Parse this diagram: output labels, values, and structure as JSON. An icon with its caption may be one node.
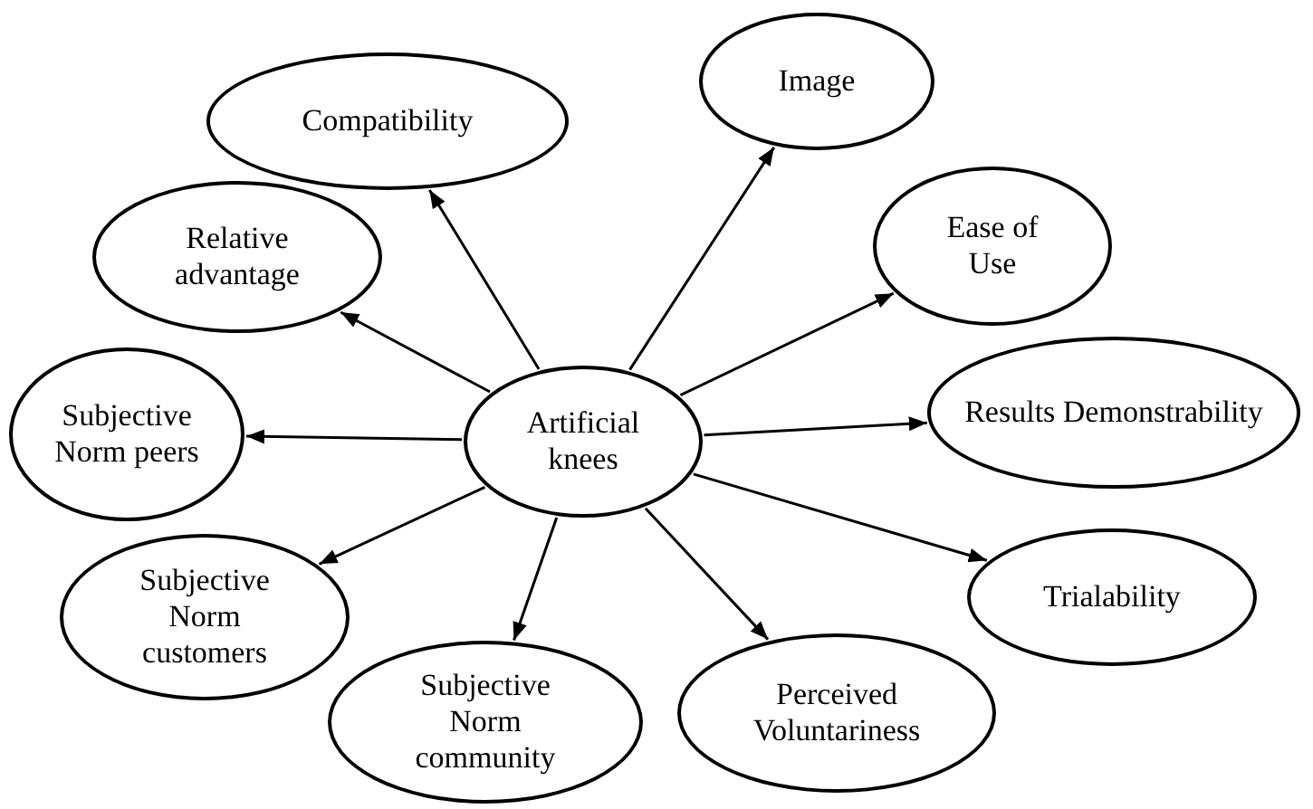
{
  "diagram": {
    "nodes": [
      {
        "text": [
          "Artificial knees"
        ]
      },
      {
        "text": [
          "Image"
        ]
      },
      {
        "text": [
          "Compatibility"
        ]
      },
      {
        "text": [
          "Ease of Use"
        ]
      },
      {
        "text": [
          "Relative advantage"
        ]
      },
      {
        "text": [
          "Results Demonstrability"
        ]
      },
      {
        "text": [
          "Subjective Norm peers"
        ]
      },
      {
        "text": [
          "Trialability"
        ]
      },
      {
        "text": [
          "Subjective Norm customers"
        ]
      },
      {
        "text": [
          "Perceived Voluntariness"
        ]
      },
      {
        "text": [
          "Subjective Norm community"
        ]
      }
    ],
    "edges": [
      {
        "from": 0,
        "to": 1,
        "arrow": "to"
      },
      {
        "from": 0,
        "to": 2,
        "arrow": "to"
      },
      {
        "from": 0,
        "to": 3,
        "arrow": "to"
      },
      {
        "from": 0,
        "to": 4,
        "arrow": "to"
      },
      {
        "from": 0,
        "to": 5,
        "arrow": "to"
      },
      {
        "from": 0,
        "to": 6,
        "arrow": "to"
      },
      {
        "from": 0,
        "to": 7,
        "arrow": "to"
      },
      {
        "from": 0,
        "to": 8,
        "arrow": "to"
      },
      {
        "from": 0,
        "to": 9,
        "arrow": "to"
      },
      {
        "from": 0,
        "to": 10,
        "arrow": "to"
      }
    ]
  }
}
